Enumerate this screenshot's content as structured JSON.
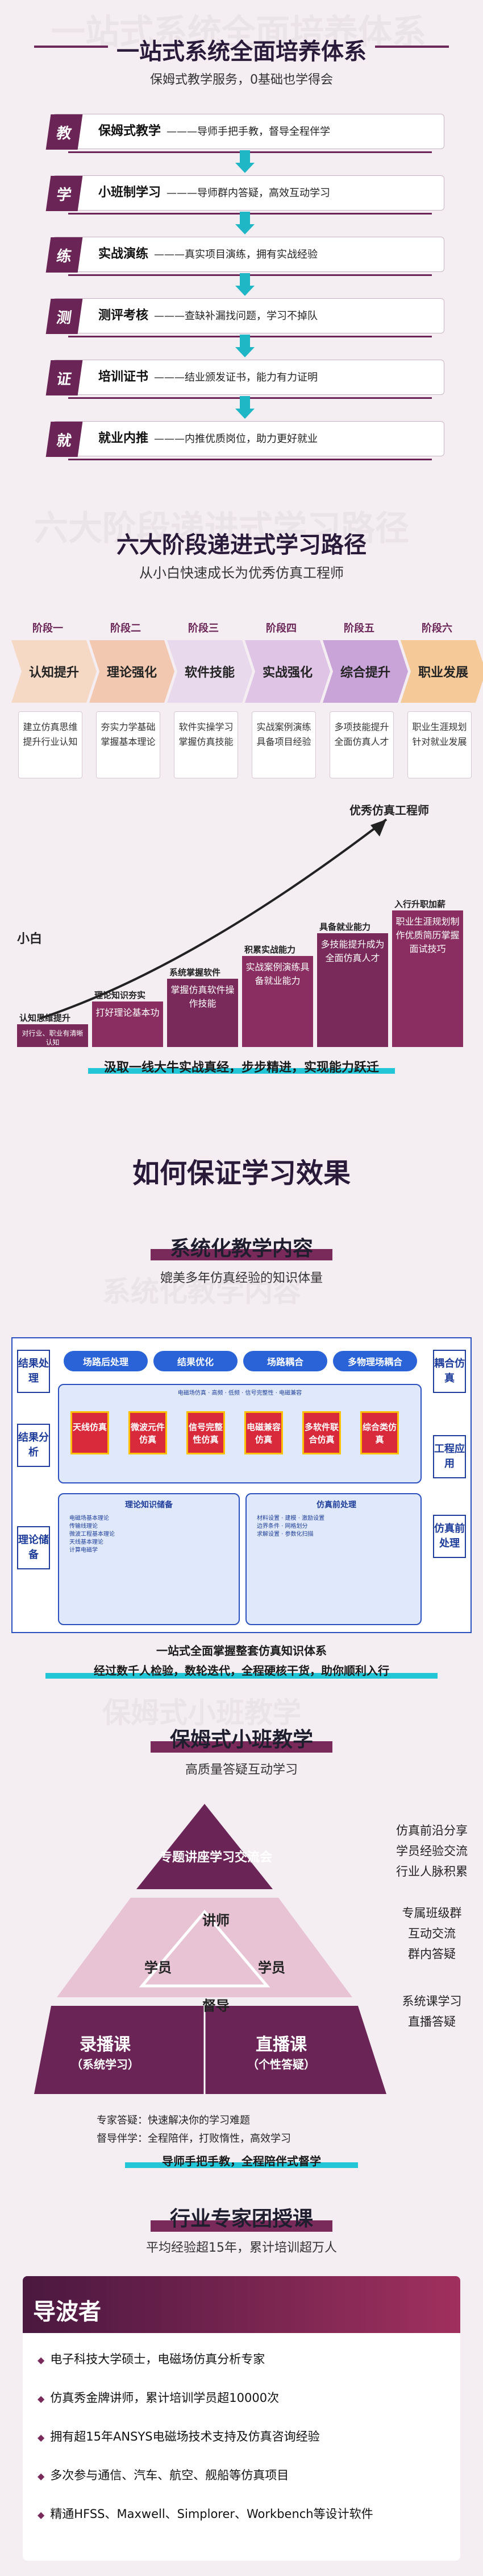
{
  "s1": {
    "title": "一站式系统全面培养体系",
    "subtitle": "保姆式教学服务，0基础也学得会",
    "steps": [
      {
        "badge": "教",
        "name": "保姆式教学",
        "desc": "———导师手把手教，督导全程伴学"
      },
      {
        "badge": "学",
        "name": "小班制学习",
        "desc": "———导师群内答疑，高效互动学习"
      },
      {
        "badge": "练",
        "name": "实战演练",
        "desc": "———真实项目演练，拥有实战经验"
      },
      {
        "badge": "测",
        "name": "测评考核",
        "desc": "———查缺补漏找问题，学习不掉队"
      },
      {
        "badge": "证",
        "name": "培训证书",
        "desc": "———结业颁发证书，能力有力证明"
      },
      {
        "badge": "就",
        "name": "就业内推",
        "desc": "———内推优质岗位，助力更好就业"
      }
    ]
  },
  "s2": {
    "title": "六大阶段递进式学习路径",
    "subtitle": "从小白快速成长为优秀仿真工程师",
    "stages": [
      {
        "label": "阶段一",
        "name": "认知提升",
        "desc": "建立仿真思维提升行业认知"
      },
      {
        "label": "阶段二",
        "name": "理论强化",
        "desc": "夯实力学基础掌握基本理论"
      },
      {
        "label": "阶段三",
        "name": "软件技能",
        "desc": "软件实操学习掌握仿真技能"
      },
      {
        "label": "阶段四",
        "name": "实战强化",
        "desc": "实战案例演练具备项目经验"
      },
      {
        "label": "阶段五",
        "name": "综合提升",
        "desc": "多项技能提升全面仿真人才"
      },
      {
        "label": "阶段六",
        "name": "职业发展",
        "desc": "职业生涯规划针对就业发展"
      }
    ],
    "growth_end": "优秀仿真工程师",
    "growth_start": "小白",
    "bars": [
      {
        "top": "认知思维提升",
        "text": "对行业、职业有清晰认知"
      },
      {
        "top": "理论知识夯实",
        "text": "打好理论基本功"
      },
      {
        "top": "系统掌握软件",
        "text": "掌握仿真软件操作技能"
      },
      {
        "top": "积累实战能力",
        "text": "实战案例演练具备就业能力"
      },
      {
        "top": "具备就业能力",
        "text": "多技能提升成为全面仿真人才"
      },
      {
        "top": "入行升职加薪",
        "text": "职业生涯规划制作优质简历掌握面试技巧"
      }
    ],
    "highlight": "汲取一线大牛实战真经，步步精进，实现能力跃迁"
  },
  "s3": {
    "title": "如何保证学习效果",
    "system": {
      "head": "系统化教学内容",
      "sub": "媲美多年仿真经验的知识体量",
      "left_tabs": [
        "结果处理",
        "结果分析",
        "理论储备"
      ],
      "right_tabs": [
        "耦合仿真",
        "工程应用",
        "仿真前处理"
      ],
      "pills": [
        "场路后处理",
        "结果优化",
        "场路耦合",
        "多物理场耦合"
      ],
      "red_boxes": [
        "天线仿真",
        "微波元件仿真",
        "信号完整性仿真",
        "电磁兼容仿真",
        "多软件联合仿真",
        "综合类仿真"
      ],
      "panel_left": "理论知识储备",
      "panel_right": "仿真前处理",
      "caption": "一站式全面掌握整套仿真知识体系",
      "highlight": "经过数千人检验，数轮迭代，全程硬核干货，助你顺利入行"
    },
    "small": {
      "head": "保姆式小班教学",
      "sub": "高质量答疑互动学习",
      "top_label": "专题讲座学习交流会",
      "teacher": "讲师",
      "student_l": "学员",
      "student_r": "学员",
      "supervisor": "督导",
      "bottom_left": "录播课",
      "bottom_left_sub": "（系统学习）",
      "bottom_right": "直播课",
      "bottom_right_sub": "（个性答疑）",
      "side": [
        "仿真前沿分享",
        "学员经验交流",
        "行业人脉积累",
        "专属班级群",
        "互动交流",
        "群内答疑",
        "系统课学习",
        "直播答疑"
      ],
      "notes": [
        "专家答疑：快速解决你的学习难题",
        "督导伴学：全程陪伴，打败惰性，高效学习"
      ],
      "highlight": "导师手把手教，全程陪伴式督学"
    },
    "expert": {
      "head": "行业专家团授课",
      "sub": "平均经验超15年，累计培训超万人",
      "tag": "导波者",
      "items": [
        "电子科技大学硕士，电磁场仿真分析专家",
        "仿真秀金牌讲师，累计培训学员超10000次",
        "拥有超15年ANSYS电磁场技术支持及仿真咨询经验",
        "多次参与通信、汽车、航空、舰船等仿真项目",
        "精通HFSS、Maxwell、Simplorer、Workbench等设计软件"
      ]
    }
  },
  "colors": {
    "brand": "#7a2a5a",
    "accent": "#22c6d6",
    "blue": "#2a4fbf",
    "red": "#d82a3a"
  }
}
